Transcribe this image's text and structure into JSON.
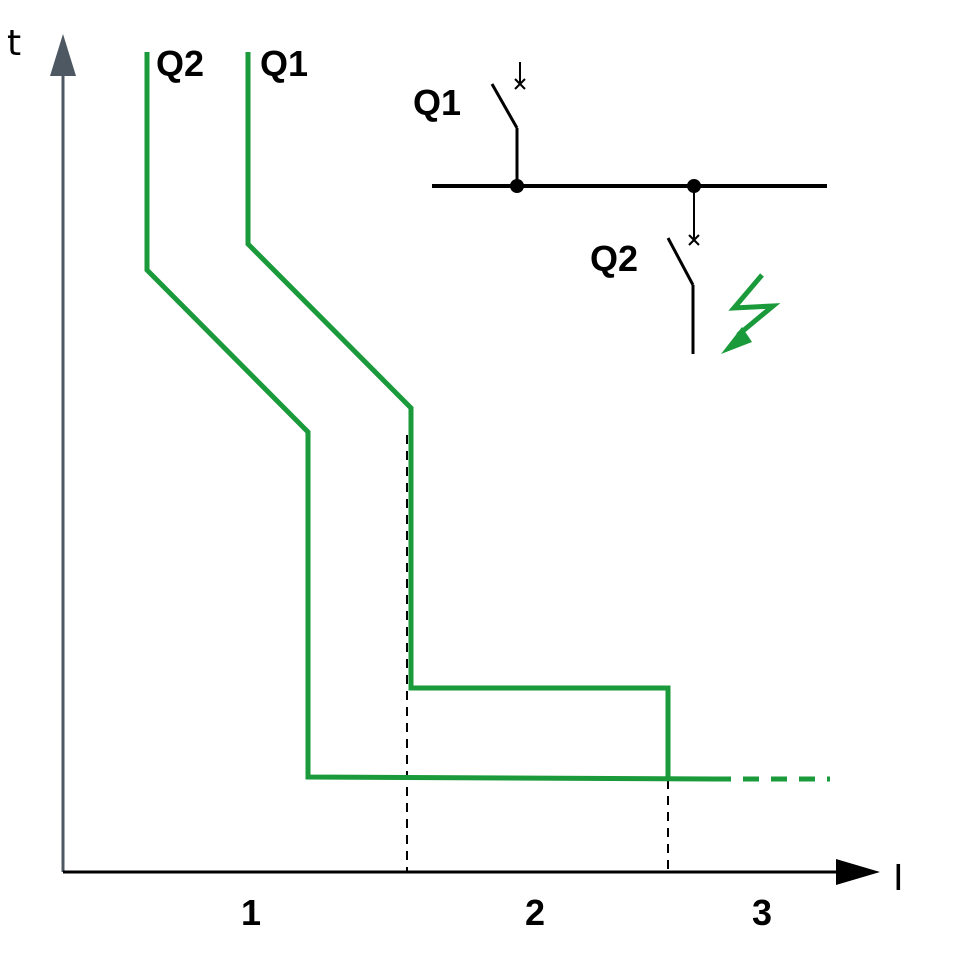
{
  "axes": {
    "y_label": "t",
    "x_label": "I"
  },
  "curves": {
    "q2_label": "Q2",
    "q1_label": "Q1"
  },
  "zones": [
    "1",
    "2",
    "3"
  ],
  "schematic": {
    "q1_label": "Q1",
    "q2_label": "Q2"
  },
  "colors": {
    "curve": "#1a9a3a",
    "axis": "#4d5863",
    "line": "#000000"
  }
}
